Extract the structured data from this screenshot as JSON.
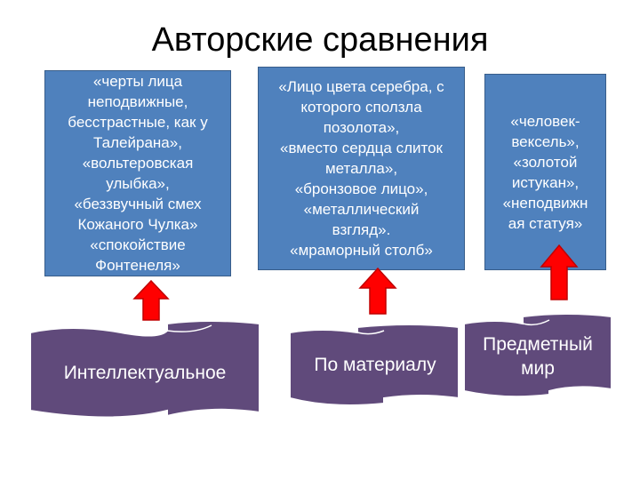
{
  "title": "Авторские сравнения",
  "colors": {
    "box_fill": "#4f81bd",
    "banner_fill": "#604a7b",
    "arrow_fill": "#ff0000"
  },
  "boxes": [
    {
      "text": "«черты лица\nнеподвижные,\nбесстрастные, как у\nТалейрана»,\n«вольтеровская\nулыбка»,\n«беззвучный смех\nКожаного Чулка»\n«спокойствие\nФонтенеля»"
    },
    {
      "text": "«Лицо цвета серебра, с\nкоторого сползла\nпозолота»,\n«вместо сердца слиток\nметалла»,\n«бронзовое лицо»,\n«металлический\nвзгляд».\n«мраморный столб»"
    },
    {
      "text": "«человек-\nвексель»,\n«золотой\nистукан»,\n«неподвижн\nая статуя»"
    }
  ],
  "banners": [
    {
      "label": "Интеллектуальное"
    },
    {
      "label": "По материалу"
    },
    {
      "label": "Предметный\nмир"
    }
  ]
}
